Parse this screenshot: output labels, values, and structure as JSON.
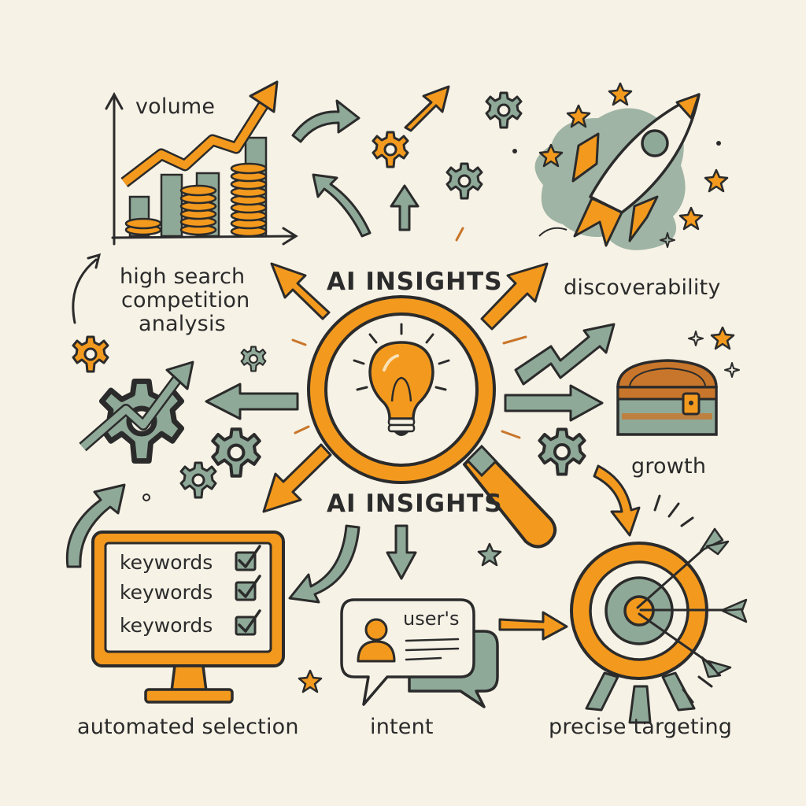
{
  "center": {
    "title_top": "AI INSIGHTS",
    "title_bottom": "AI INSIGHTS"
  },
  "labels": {
    "volume": "volume",
    "competition": [
      "high search",
      "competition",
      "analysis"
    ],
    "discoverability": "discoverability",
    "growth": "growth",
    "automated_selection": "automated selection",
    "intent": "intent",
    "precise_targeting": "precise targeting",
    "users": "user's"
  },
  "monitor": {
    "keywords": [
      "keywords",
      "keywords",
      "keywords"
    ]
  },
  "colors": {
    "background": "#f6f2e6",
    "orange": "#f39a1e",
    "sage": "#8fa998",
    "ink": "#2b2b2b",
    "wood": "#c8762b"
  },
  "icons": [
    "magnifier-icon",
    "lightbulb-icon",
    "rocket-icon",
    "treasure-chest-icon",
    "target-icon",
    "monitor-icon",
    "chat-bubble-icon",
    "gear-icon",
    "star-icon",
    "coin-stack-icon",
    "bar-chart-icon"
  ]
}
